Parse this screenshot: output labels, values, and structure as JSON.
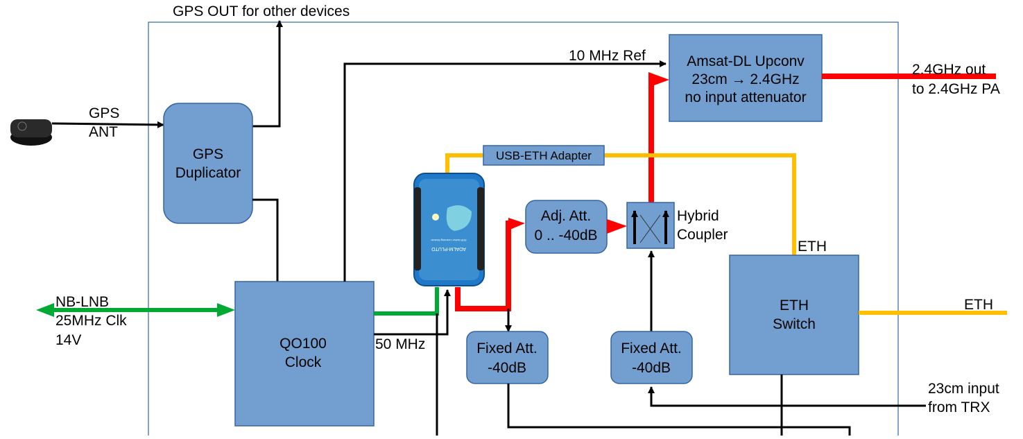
{
  "colors": {
    "box": "#729fcf",
    "rf": "#ff0000",
    "ethernet": "#ffbf00",
    "lnb": "#00a933",
    "border": "#3465a4"
  },
  "labels": {
    "gps_out": "GPS OUT for other devices",
    "gps_ant": [
      "GPS",
      "ANT"
    ],
    "ref_10mhz": "10 MHz Ref",
    "nb_lnb": [
      "NB-LNB",
      "25MHz Clk",
      "14V"
    ],
    "mhz50": "50 MHz",
    "out24": [
      "2.4GHz out",
      "to 2.4GHz PA"
    ],
    "hybrid": [
      "Hybrid",
      "Coupler"
    ],
    "eth_top": "ETH",
    "eth_right": "ETH",
    "input23": [
      "23cm input",
      "from TRX"
    ]
  },
  "boxes": {
    "gps_duplicator": [
      "GPS",
      "Duplicator"
    ],
    "qo100_clock": [
      "QO100",
      "Clock"
    ],
    "upconverter": [
      "Amsat-DL Upconv",
      "23cm → 2.4GHz",
      "no input attenuator"
    ],
    "usb_eth": "USB-ETH Adapter",
    "adj_att": [
      "Adj. Att.",
      "0 .. -40dB"
    ],
    "fixed_att_1": [
      "Fixed Att.",
      "-40dB"
    ],
    "fixed_att_2": [
      "Fixed Att.",
      "-40dB"
    ],
    "eth_switch": [
      "ETH",
      "Switch"
    ]
  },
  "device": {
    "name": "ADALM-PLUTO",
    "subtitle": "SDR Active Learning Module"
  }
}
